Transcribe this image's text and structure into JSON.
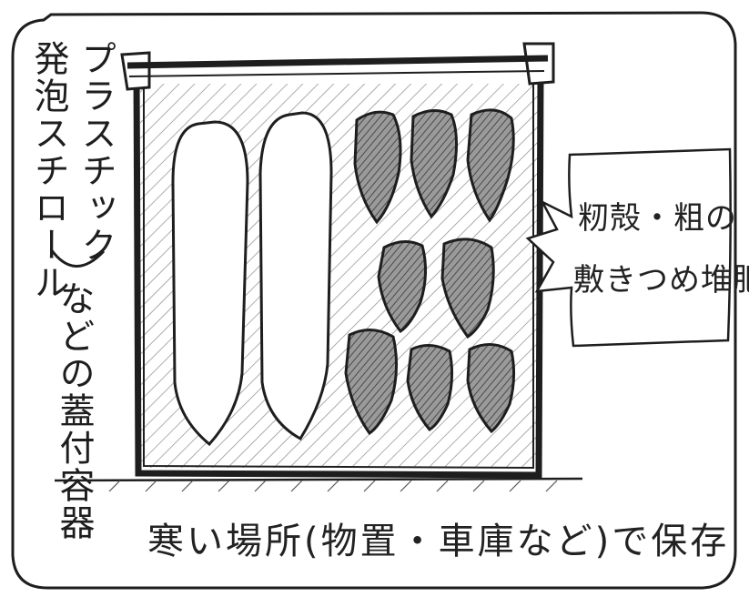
{
  "labels": {
    "container_line1": "プラスチック",
    "container_line2": "発泡スチロール",
    "container_line3": "などの蓋付容器",
    "storage_place": "寒い場所(物置・車庫など)で保存",
    "compost_line1": "籾殻・粗の",
    "compost_line2": "敷きつめ堆肥"
  },
  "icons": {
    "lid": "container-lid-icon",
    "long_radish": "daikon-radish-icon",
    "root_vegetable": "root-vegetable-icon"
  },
  "colors": {
    "ink": "#1e1e1e",
    "paper": "#ffffff",
    "hatch": "#8a8a8a",
    "vegetable_shade": "#6e6e6e"
  }
}
